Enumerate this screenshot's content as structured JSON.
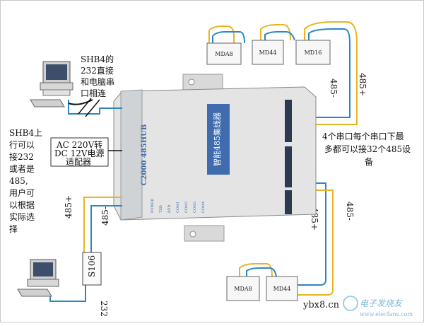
{
  "devices": {
    "top_modules": [
      "MDA8",
      "MD44",
      "MD16"
    ],
    "bottom_modules": [
      "MDA8",
      "MD44"
    ],
    "converter": "S106",
    "hub_model": "C2000 485HUB",
    "hub_name": "智能485集线器",
    "hub_indicators": [
      "POWER",
      "TXD",
      "RXD",
      "COM1",
      "COM2",
      "COM3",
      "COM4"
    ]
  },
  "labels": {
    "rs232_direct": [
      "SHB4的",
      "232直接",
      "和电脑串",
      "口相连"
    ],
    "adapter": [
      "AC 220V转",
      "DC 12V电源",
      "适配器"
    ],
    "left_note": [
      "SHB4上",
      "行可以",
      "接232",
      "或者是",
      "485,",
      "用户可",
      "以根据",
      "实际选",
      "择"
    ],
    "right_note": [
      "4个串口每个串口下最",
      "多都可以接32个485设",
      "备"
    ],
    "top_485_minus": "485-",
    "top_485_plus": "485+",
    "bottom_485_plus": "485+",
    "bottom_485_minus": "485-",
    "left_485_plus": "485+",
    "left_485_minus": "485-",
    "conv_232": "232"
  },
  "watermark": [
    "ybx8.cn",
    "电子发烧友",
    "www.elecfans.com"
  ],
  "colors": {
    "rs485_a": "#e8b422",
    "rs485_b": "#2c86c4",
    "rs232": "#111111",
    "hub_body": "#e4e4e4",
    "hub_label_bg": "#3f6cae"
  }
}
